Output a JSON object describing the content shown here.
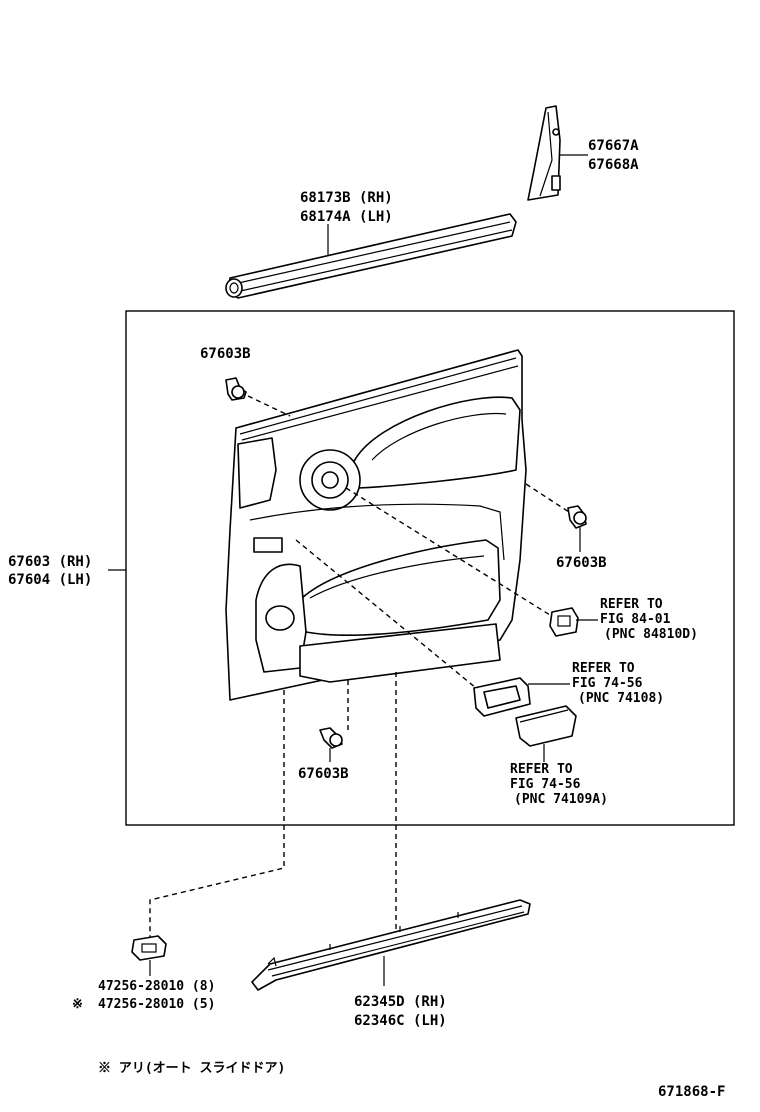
{
  "labels": {
    "corner_moulding": [
      "67667A",
      "67668A"
    ],
    "weatherstrip": [
      "68173B (RH)",
      "68174A (LH)"
    ],
    "clip_top": "67603B",
    "clip_right": "67603B",
    "clip_bottom": "67603B",
    "trim_board": [
      "67603 (RH)",
      "67604 (LH)"
    ],
    "ref_switch": [
      "REFER TO",
      "FIG 84-01",
      "(PNC 84810D)"
    ],
    "ref_handle_bezel": [
      "REFER TO",
      "FIG 74-56",
      "(PNC 74108)"
    ],
    "ref_handle_cover": [
      "REFER TO",
      "FIG 74-56",
      "(PNC 74109A)"
    ],
    "retainer": [
      "47256-28010 (8)",
      "47256-28010 (5)"
    ],
    "retainer_mark": "※",
    "scuff_plate": [
      "62345D (RH)",
      "62346C (LH)"
    ],
    "footnote": "※  アリ(オート スライドドア)",
    "figure_code": "671868-F"
  }
}
